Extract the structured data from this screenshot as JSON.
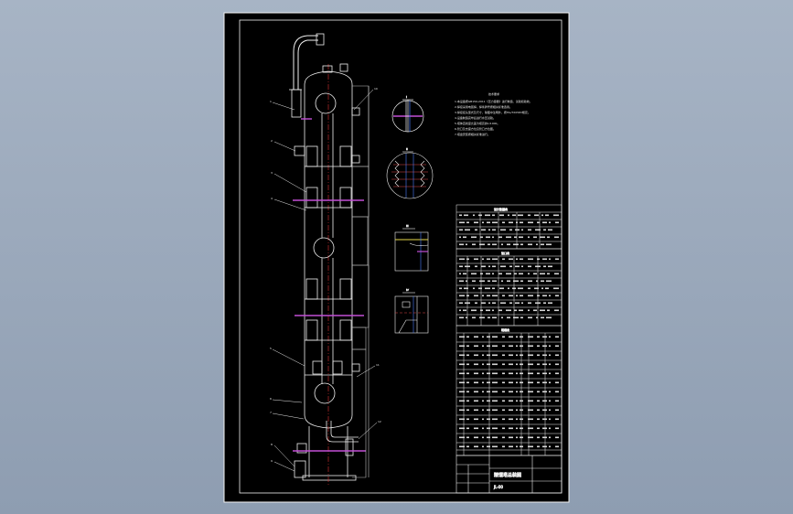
{
  "drawing": {
    "tech_req_title": "技术要求",
    "tech_req_lines": [
      "1.本设备按GB150-2011《压力容器》进行制造、试验和验收。",
      "2.焊接采用电弧焊，焊条牌号按相关标准选用。",
      "3.焊接接头型式及尺寸，除图中注明外，按HG/T20583规定。",
      "4.设备制造完毕后进行水压试验。",
      "5.塔体直线度允差为塔高的1/1000。",
      "6.管口及支座方位见管口方位图。",
      "7.塔盘安装按相关标准进行。"
    ],
    "design_table_title": "设计数据表",
    "nozzle_table_title": "管口表",
    "parts_title": "明细表",
    "title_block": {
      "name": "精馏塔总装图",
      "code": "JL-00"
    }
  }
}
